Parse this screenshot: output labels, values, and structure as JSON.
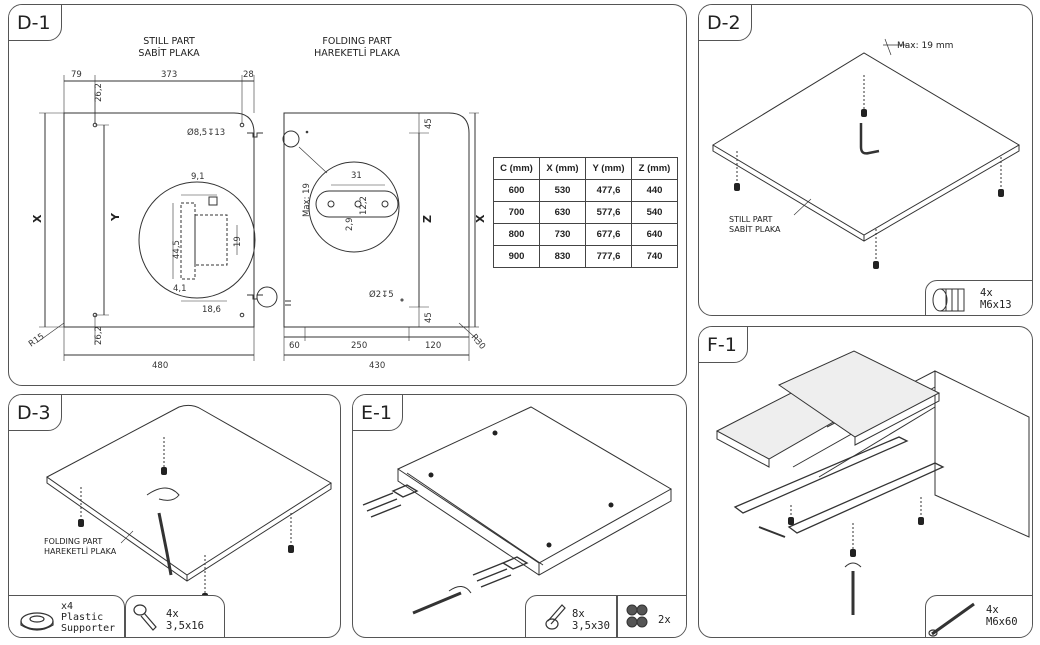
{
  "panels": {
    "d1": {
      "tag": "D-1",
      "still_title": "STILL PART",
      "still_subtitle": "SABİT PLAKA",
      "folding_title": "FOLDING PART",
      "folding_subtitle": "HAREKETLİ PLAKA",
      "dims": {
        "d79": "79",
        "d373": "373",
        "d28": "28",
        "d26a": "26,2",
        "d26b": "26,2",
        "hole": "Ø8,5↧13",
        "d9": "9,1",
        "d44": "44,5",
        "d19": "19",
        "d4": "4,1",
        "d18": "18,6",
        "d480": "480",
        "r15": "R15",
        "X": "X",
        "Y": "Y",
        "d31": "31",
        "d12": "12,2",
        "d2_9": "2,9",
        "max19": "Max: 19",
        "d45a": "45",
        "d45b": "45",
        "Z": "Z",
        "X2": "X",
        "hole2": "Ø2↧5",
        "d60": "60",
        "d250": "250",
        "d120": "120",
        "d430": "430",
        "r30": "R30"
      },
      "table": {
        "headers": [
          "C (mm)",
          "X (mm)",
          "Y (mm)",
          "Z (mm)"
        ],
        "rows": [
          [
            "600",
            "530",
            "477,6",
            "440"
          ],
          [
            "700",
            "630",
            "577,6",
            "540"
          ],
          [
            "800",
            "730",
            "677,6",
            "640"
          ],
          [
            "900",
            "830",
            "777,6",
            "740"
          ]
        ]
      }
    },
    "d2": {
      "tag": "D-2",
      "max_label": "Max: 19 mm",
      "part_label_1": "STILL PART",
      "part_label_2": "SABİT PLAKA",
      "hw_qty": "4x",
      "hw_size": "M6x13"
    },
    "d3": {
      "tag": "D-3",
      "part_label_1": "FOLDING PART",
      "part_label_2": "HAREKETLİ PLAKA",
      "hw1_qty": "x4",
      "hw1_name_1": "Plastic",
      "hw1_name_2": "Supporter",
      "hw2_qty": "4x",
      "hw2_size": "3,5x16"
    },
    "e1": {
      "tag": "E-1",
      "hw1_qty": "8x",
      "hw1_size": "3,5x30",
      "hw2_qty": "2x"
    },
    "f1": {
      "tag": "F-1",
      "hw_qty": "4x",
      "hw_size": "M6x60"
    }
  }
}
